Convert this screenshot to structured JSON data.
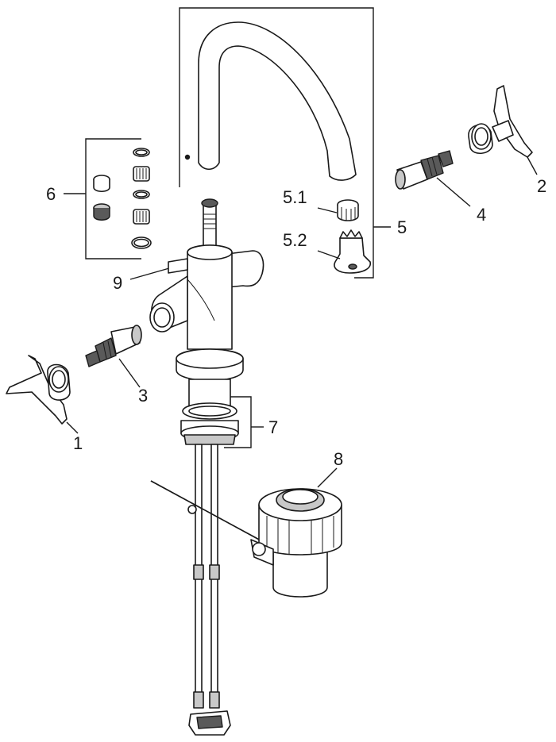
{
  "labels": {
    "p1": "1",
    "p2": "2",
    "p3": "3",
    "p4": "4",
    "p5": "5",
    "p5_1": "5.1",
    "p5_2": "5.2",
    "p6": "6",
    "p7": "7",
    "p8": "8",
    "p9": "9"
  }
}
